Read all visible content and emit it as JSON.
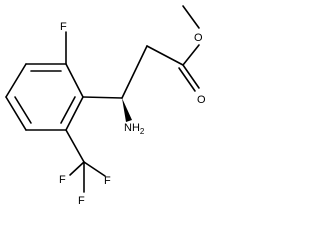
{
  "molecule": {
    "atoms": {
      "fluorine_top": "F",
      "ester_oxygen": "O",
      "carbonyl_oxygen": "O",
      "amine": "NH",
      "amine_subscript": "2",
      "cf3_fluorine_left": "F",
      "cf3_fluorine_right": "F",
      "cf3_fluorine_bottom": "F"
    },
    "colors": {
      "bond": "#000000",
      "text": "#000000",
      "background": "#ffffff"
    }
  }
}
